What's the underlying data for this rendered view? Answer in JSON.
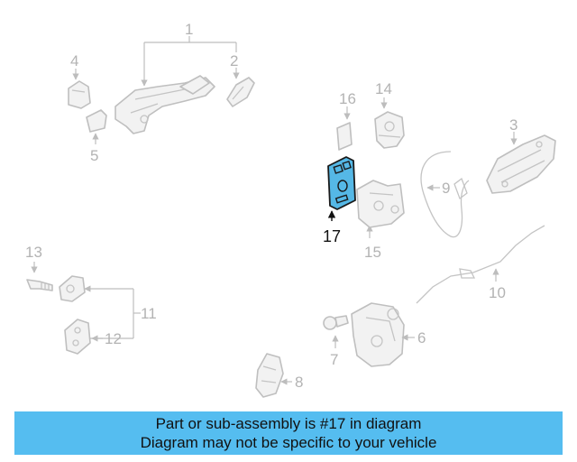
{
  "diagram": {
    "callouts": [
      "1",
      "2",
      "3",
      "4",
      "5",
      "6",
      "7",
      "8",
      "9",
      "10",
      "11",
      "12",
      "13",
      "14",
      "15",
      "16",
      "17"
    ],
    "highlighted_part": "17",
    "highlight_color": "#55b8e6"
  },
  "banner": {
    "line1": "Part or sub-assembly is #17 in diagram",
    "line2": "Diagram may not be specific to your vehicle",
    "background": "#55bdf0"
  }
}
